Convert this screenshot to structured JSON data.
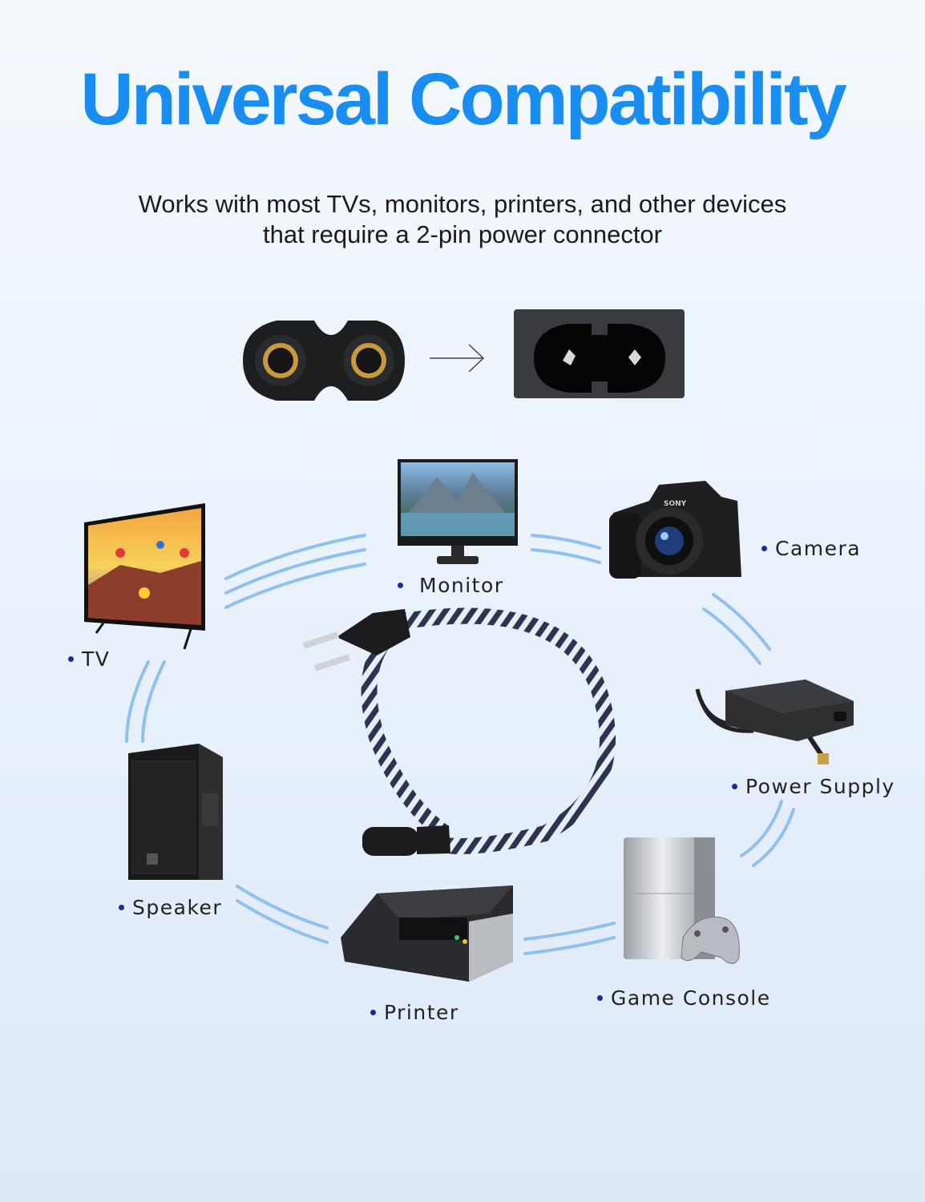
{
  "title": "Universal Compatibility",
  "subtitle": {
    "line1": "Works with most TVs, monitors, printers, and other devices",
    "line2": "that require a 2-pin power connector"
  },
  "devices": {
    "tv": "TV",
    "monitor": "Monitor",
    "camera": "Camera",
    "power_supply": "Power Supply",
    "speaker": "Speaker",
    "printer": "Printer",
    "game_console": "Game Console"
  },
  "camera_brand": "SONY",
  "colors": {
    "title": "#1a8ef0",
    "arc": "#8fc0ee",
    "dot": "#1a2a9a"
  }
}
